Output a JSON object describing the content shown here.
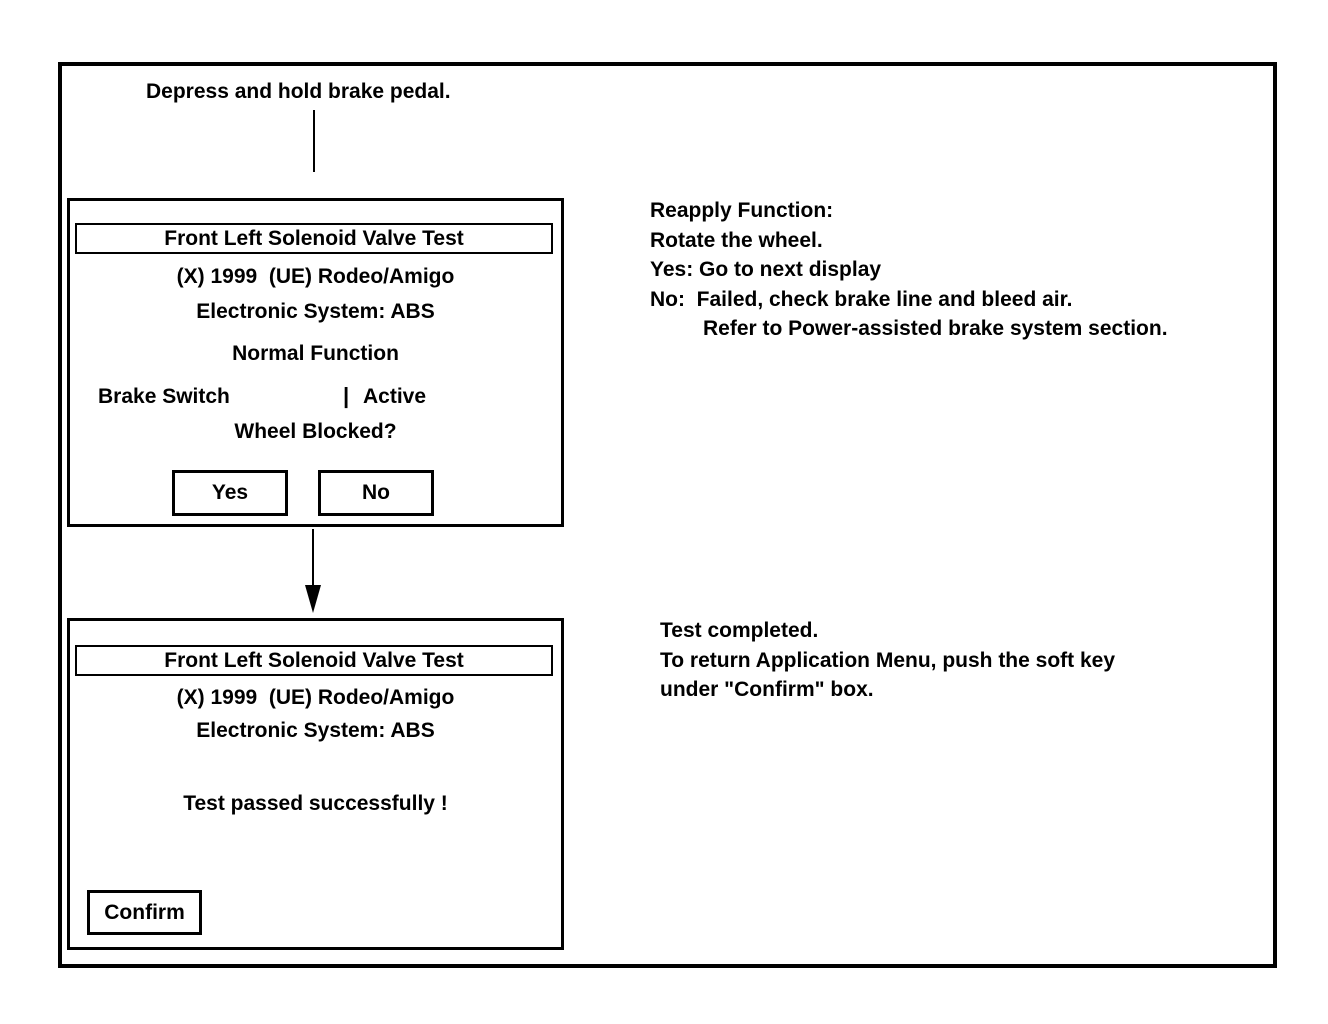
{
  "page": {
    "paper_color": "#ffffff",
    "ink_color": "#000000"
  },
  "flow": {
    "top_instruction": "Depress and hold brake pedal."
  },
  "screen1": {
    "title": "Front Left Solenoid Valve Test",
    "model_line": "(X) 1999  (UE) Rodeo/Amigo",
    "system_line": "Electronic System: ABS",
    "mode_line": "Normal Function",
    "status_label": "Brake Switch",
    "status_separator": "|",
    "status_value": "Active",
    "question": "Wheel Blocked?",
    "yes_label": "Yes",
    "no_label": "No"
  },
  "note1": {
    "line1": "Reapply Function:",
    "line2": "Rotate the wheel.",
    "line3": "Yes: Go to next display",
    "line4": "No:  Failed, check brake line and bleed air.",
    "line5": "Refer to Power-assisted brake system section."
  },
  "screen2": {
    "title": "Front Left Solenoid Valve Test",
    "model_line": "(X) 1999  (UE) Rodeo/Amigo",
    "system_line": "Electronic System: ABS",
    "result_line": "Test passed successfully !",
    "confirm_label": "Confirm"
  },
  "note2": {
    "line1": "Test completed.",
    "line2": "To return Application Menu, push the soft key",
    "line3": "under \"Confirm\" box."
  }
}
